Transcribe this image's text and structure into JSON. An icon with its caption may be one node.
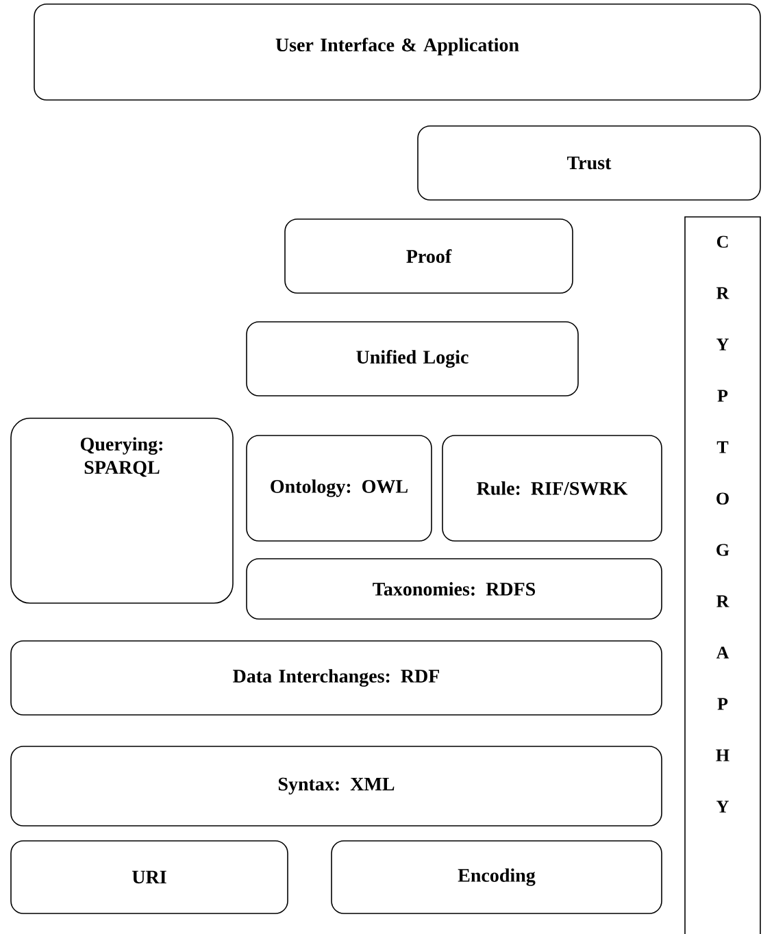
{
  "diagram": {
    "nodes": [
      {
        "text": [
          "User Interface & Application"
        ]
      },
      {
        "text": [
          "Trust"
        ]
      },
      {
        "text": [
          "Proof"
        ]
      },
      {
        "text": [
          "Unified Logic"
        ]
      },
      {
        "text": [
          "Querying: SPARQL"
        ]
      },
      {
        "text": [
          "Ontology: OWL"
        ]
      },
      {
        "text": [
          "Rule: RIF/SWRK"
        ]
      },
      {
        "text": [
          "Taxonomies: RDFS"
        ]
      },
      {
        "text": [
          "Data Interchanges: RDF"
        ]
      },
      {
        "text": [
          "Syntax: XML"
        ]
      },
      {
        "text": [
          "URI"
        ]
      },
      {
        "text": [
          "Encoding"
        ]
      },
      {
        "text": [
          "CRYPTOGRAPHY"
        ]
      }
    ]
  }
}
